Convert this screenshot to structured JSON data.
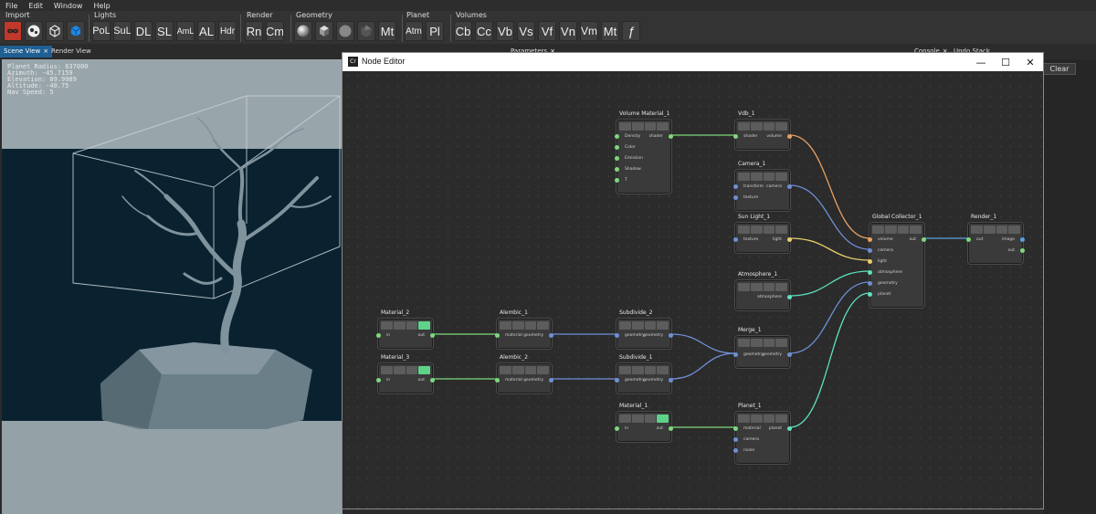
{
  "menu": [
    "File",
    "Edit",
    "Window",
    "Help"
  ],
  "toolbar": {
    "groups": [
      {
        "label": "Import",
        "buttons": []
      },
      {
        "label": "Lights",
        "buttons": [
          "PoL",
          "SuL",
          "DL",
          "SL",
          "AmL",
          "AL",
          "Hdr"
        ]
      },
      {
        "label": "Render",
        "buttons": [
          "Rn",
          "Cm"
        ]
      },
      {
        "label": "Geometry",
        "buttons": [
          "Mt"
        ]
      },
      {
        "label": "Planet",
        "buttons": [
          "Atm",
          "Pl"
        ]
      },
      {
        "label": "Volumes",
        "buttons": [
          "Cb",
          "Cc",
          "Vb",
          "Vs",
          "Vf",
          "Vn",
          "Vm",
          "Mt",
          "ƒ"
        ]
      }
    ]
  },
  "tabs": {
    "scene_view": "Scene View",
    "render_view": "Render View",
    "parameters": "Parameters",
    "console": "Console",
    "undo_stack": "Undo Stack",
    "close_glyph": "×"
  },
  "hud": [
    "Planet Radius: 637000",
    "Azimuth: -45.7159",
    "Elevation: 89.9989",
    "Altitude: -40.75",
    "Nav Speed: 5"
  ],
  "console": {
    "clear_label": "Clear"
  },
  "node_editor": {
    "title": "Node Editor",
    "logo": "Cr",
    "min_glyph": "—",
    "max_glyph": "☐",
    "close_glyph": "✕"
  },
  "colors": {
    "material": "#7ed87e",
    "geometry": "#6f8fd8",
    "volume": "#e8a063",
    "camera": "#6f8fd8",
    "light": "#e6cf6a",
    "atmosphere": "#5fe0c0",
    "image": "#5aa0e0",
    "accent": "#1f5f93"
  },
  "nodes": [
    {
      "id": "volume_material_1",
      "title": "Volume Material_1",
      "inputs": [
        "Density",
        "Color",
        "Emission",
        "Shadow",
        "T"
      ],
      "outputs": [
        "shader"
      ]
    },
    {
      "id": "vdb_1",
      "title": "Vdb_1",
      "inputs": [
        "shader"
      ],
      "outputs": [
        "volume"
      ]
    },
    {
      "id": "camera_1",
      "title": "Camera_1",
      "inputs": [
        "transform",
        "texture"
      ],
      "outputs": [
        "camera"
      ]
    },
    {
      "id": "sun_light_1",
      "title": "Sun Light_1",
      "inputs": [
        "texture"
      ],
      "outputs": [
        "light"
      ]
    },
    {
      "id": "atmosphere_1",
      "title": "Atmosphere_1",
      "inputs": [],
      "outputs": [
        "atmosphere"
      ]
    },
    {
      "id": "global_collector_1",
      "title": "Global Collector_1",
      "inputs": [
        "volume",
        "camera",
        "light",
        "atmosphere",
        "geometry",
        "planet"
      ],
      "outputs": [
        "out"
      ]
    },
    {
      "id": "render_1",
      "title": "Render_1",
      "inputs": [
        "out"
      ],
      "outputs": [
        "image",
        "out"
      ]
    },
    {
      "id": "material_2",
      "title": "Material_2",
      "inputs": [
        "in"
      ],
      "outputs": [
        "out"
      ]
    },
    {
      "id": "material_3",
      "title": "Material_3",
      "inputs": [
        "in"
      ],
      "outputs": [
        "out"
      ]
    },
    {
      "id": "alembic_1",
      "title": "Alembic_1",
      "inputs": [
        "material"
      ],
      "outputs": [
        "geometry"
      ]
    },
    {
      "id": "alembic_2",
      "title": "Alembic_2",
      "inputs": [
        "material"
      ],
      "outputs": [
        "geometry"
      ]
    },
    {
      "id": "subdivide_2",
      "title": "Subdivide_2",
      "inputs": [
        "geometry"
      ],
      "outputs": [
        "geometry"
      ]
    },
    {
      "id": "subdivide_1",
      "title": "Subdivide_1",
      "inputs": [
        "geometry"
      ],
      "outputs": [
        "geometry"
      ]
    },
    {
      "id": "merge_1",
      "title": "Merge_1",
      "inputs": [
        "geometry"
      ],
      "outputs": [
        "geometry"
      ]
    },
    {
      "id": "material_1",
      "title": "Material_1",
      "inputs": [
        "in"
      ],
      "outputs": [
        "out"
      ]
    },
    {
      "id": "planet_1",
      "title": "Planet_1",
      "inputs": [
        "material",
        "camera",
        "noise"
      ],
      "outputs": [
        "planet"
      ]
    }
  ]
}
